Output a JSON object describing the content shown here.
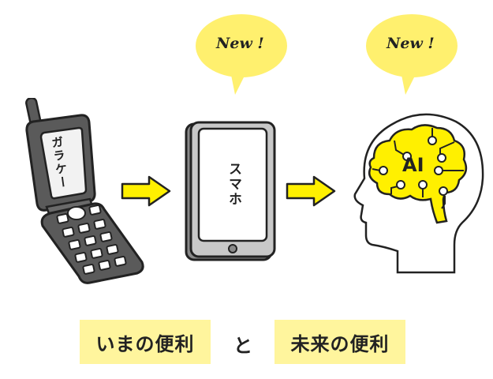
{
  "colors": {
    "bubble": "#fff06e",
    "arrow": "#fff000",
    "brain": "#fff000",
    "label_bg": "#fff59d",
    "phone_dark": "#5a5a5a",
    "tablet_gray": "#c8c8c8",
    "outline": "#222222"
  },
  "bubbles": [
    {
      "text": "New !"
    },
    {
      "text": "New !"
    }
  ],
  "devices": {
    "feature_phone": {
      "screen_text": "ガラケー"
    },
    "smartphone": {
      "screen_text": "スマホ"
    },
    "ai_head": {
      "brain_text": "AI"
    }
  },
  "bottom": {
    "left_label": "いまの便利",
    "connector": "と",
    "right_label": "未来の便利"
  }
}
